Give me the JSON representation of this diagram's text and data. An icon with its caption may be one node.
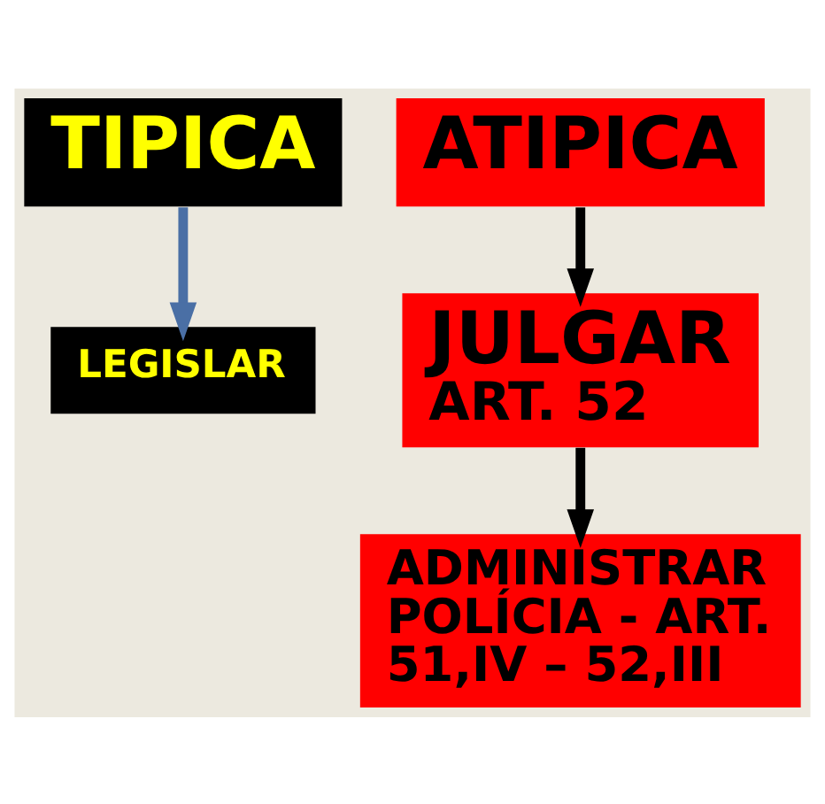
{
  "diagram": {
    "nodes": [
      {
        "text": [
          "TIPICA"
        ]
      },
      {
        "text": [
          "ATIPICA"
        ]
      },
      {
        "text": [
          "LEGISLAR"
        ]
      },
      {
        "text": [
          "JULGAR",
          "ART. 52"
        ]
      },
      {
        "text": [
          "ADMINISTRAR POLÍCIA - ART. 51,IV – 52,III"
        ]
      }
    ],
    "edges": [
      {
        "from": 0,
        "to": 2,
        "arrow": "to",
        "color": "#4a6fa5"
      },
      {
        "from": 1,
        "to": 3,
        "arrow": "to"
      },
      {
        "from": 3,
        "to": 4,
        "arrow": "to"
      }
    ]
  }
}
